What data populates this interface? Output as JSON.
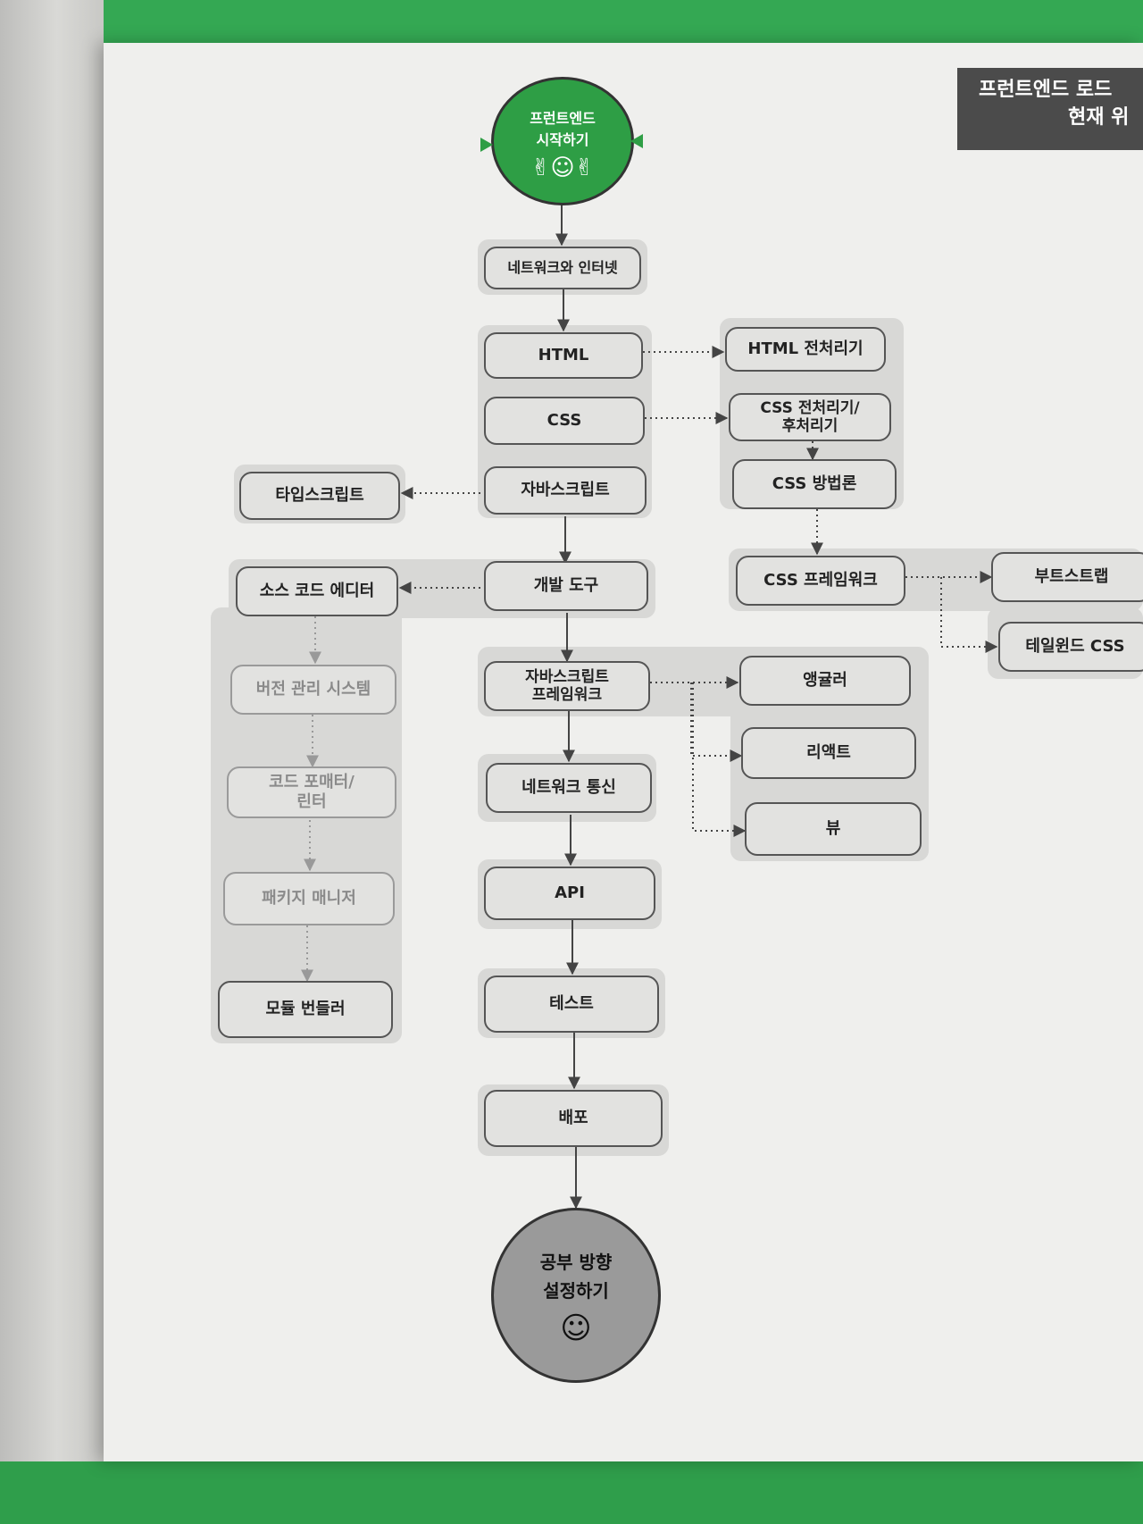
{
  "header": {
    "title_line1": "프런트엔드 로드",
    "title_line2": "현재 위"
  },
  "start": {
    "label": "프런트엔드\n시작하기"
  },
  "end": {
    "label": "공부 방향\n설정하기"
  },
  "nodes": {
    "network_internet": "네트워크와 인터넷",
    "html": "HTML",
    "css": "CSS",
    "javascript": "자바스크립트",
    "typescript": "타입스크립트",
    "html_preprocessor": "HTML 전처리기",
    "css_preprocessor": "CSS 전처리기/\n후처리기",
    "css_methodology": "CSS 방법론",
    "css_framework": "CSS 프레임워크",
    "bootstrap": "부트스트랩",
    "tailwind": "테일윈드 CSS",
    "dev_tools": "개발 도구",
    "source_editor": "소스 코드 에디터",
    "vcs": "버전 관리 시스템",
    "formatter": "코드 포매터/\n린터",
    "package_manager": "패키지 매니저",
    "bundler": "모듈 번들러",
    "js_framework": "자바스크립트\n프레임워크",
    "angular": "앵귤러",
    "react": "리액트",
    "vue": "뷰",
    "network_comm": "네트워크 통신",
    "api": "API",
    "test": "테스트",
    "deploy": "배포"
  },
  "colors": {
    "start_fill": "#2e9e45",
    "end_fill": "#9a9a9a",
    "node_fill": "#e2e2e0",
    "band_fill": "#d8d8d6",
    "page_bg": "#efefed",
    "binding_green": "#2f9e4b"
  }
}
